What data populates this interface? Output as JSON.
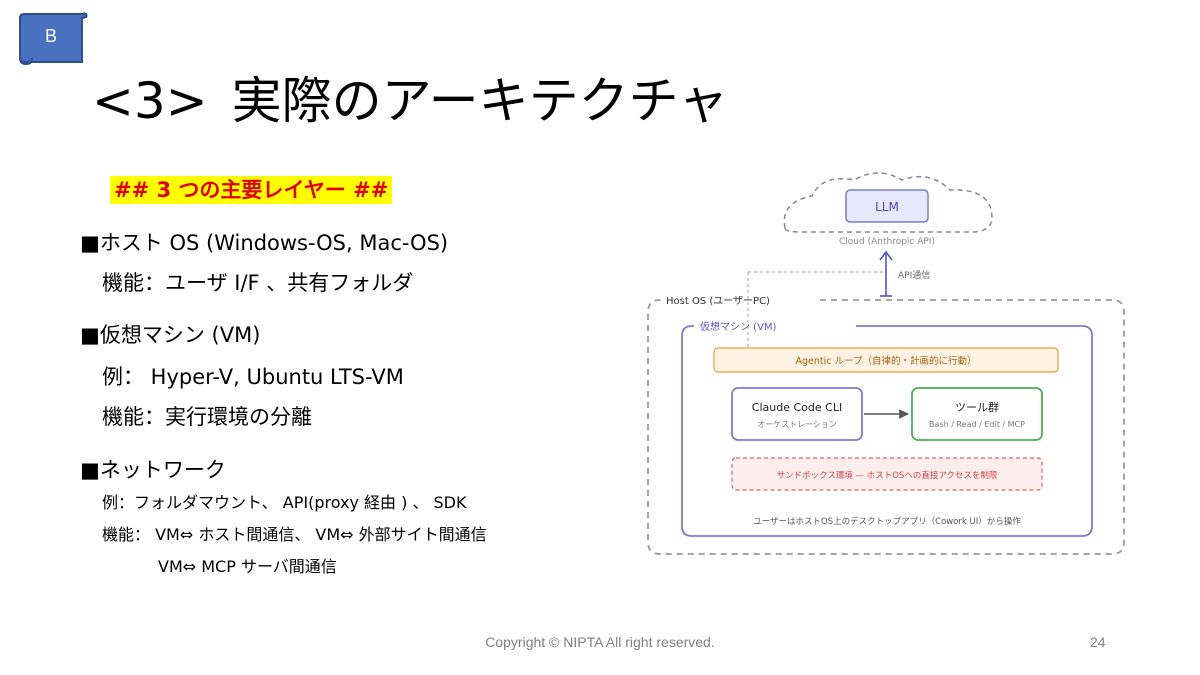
{
  "badge": {
    "label": "B"
  },
  "title": {
    "number": "<3>",
    "text": "実際のアーキテクチャ"
  },
  "subtitle": "## 3 つの主要レイヤー ##",
  "sections": {
    "host": {
      "heading": "■ホスト OS (Windows-OS, Mac-OS)",
      "lines": [
        "機能：ユーザ I/F 、共有フォルダ"
      ]
    },
    "vm": {
      "heading": "■仮想マシン  (VM)",
      "lines": [
        "例：  Hyper-V, Ubuntu LTS-VM",
        "機能：実行環境の分離"
      ]
    },
    "network": {
      "heading": "■ネットワーク",
      "lines": [
        "例：フォルダマウント、 API(proxy 経由 ) 、 SDK",
        "機能：  VM⇔  ホスト間通信、  VM⇔ 外部サイト間通信",
        "VM⇔  MCP サーバ間通信"
      ]
    }
  },
  "diagram": {
    "llm": "LLM",
    "cloud_label": "Cloud (Anthropic API)",
    "api_label": "API通信",
    "host_label": "Host OS (ユーザーPC)",
    "vm_label": "仮想マシン (VM)",
    "agentic": "Agentic ループ（自律的・計画的に行動）",
    "claude_title": "Claude Code CLI",
    "claude_sub": "オーケストレーション",
    "tools_title": "ツール群",
    "tools_sub": "Bash / Read / Edit / MCP",
    "sandbox": "サンドボックス環境 — ホストOSへの直接アクセスを制限",
    "user_note": "ユーザーはホストOS上のデスクトップアプリ（Cowork UI）から操作",
    "colors": {
      "vm_border": "#7b7bd6",
      "llm_fill": "#e8e8fc",
      "agentic_border": "#e8a040",
      "agentic_fill": "#fdf2e4",
      "tools_border": "#4caf50",
      "sandbox_border": "#e06060",
      "sandbox_fill": "#fdeeee",
      "api_arrow": "#5050c8"
    }
  },
  "footer": {
    "copyright": "Copyright © NIPTA All right reserved.",
    "page": "24"
  }
}
